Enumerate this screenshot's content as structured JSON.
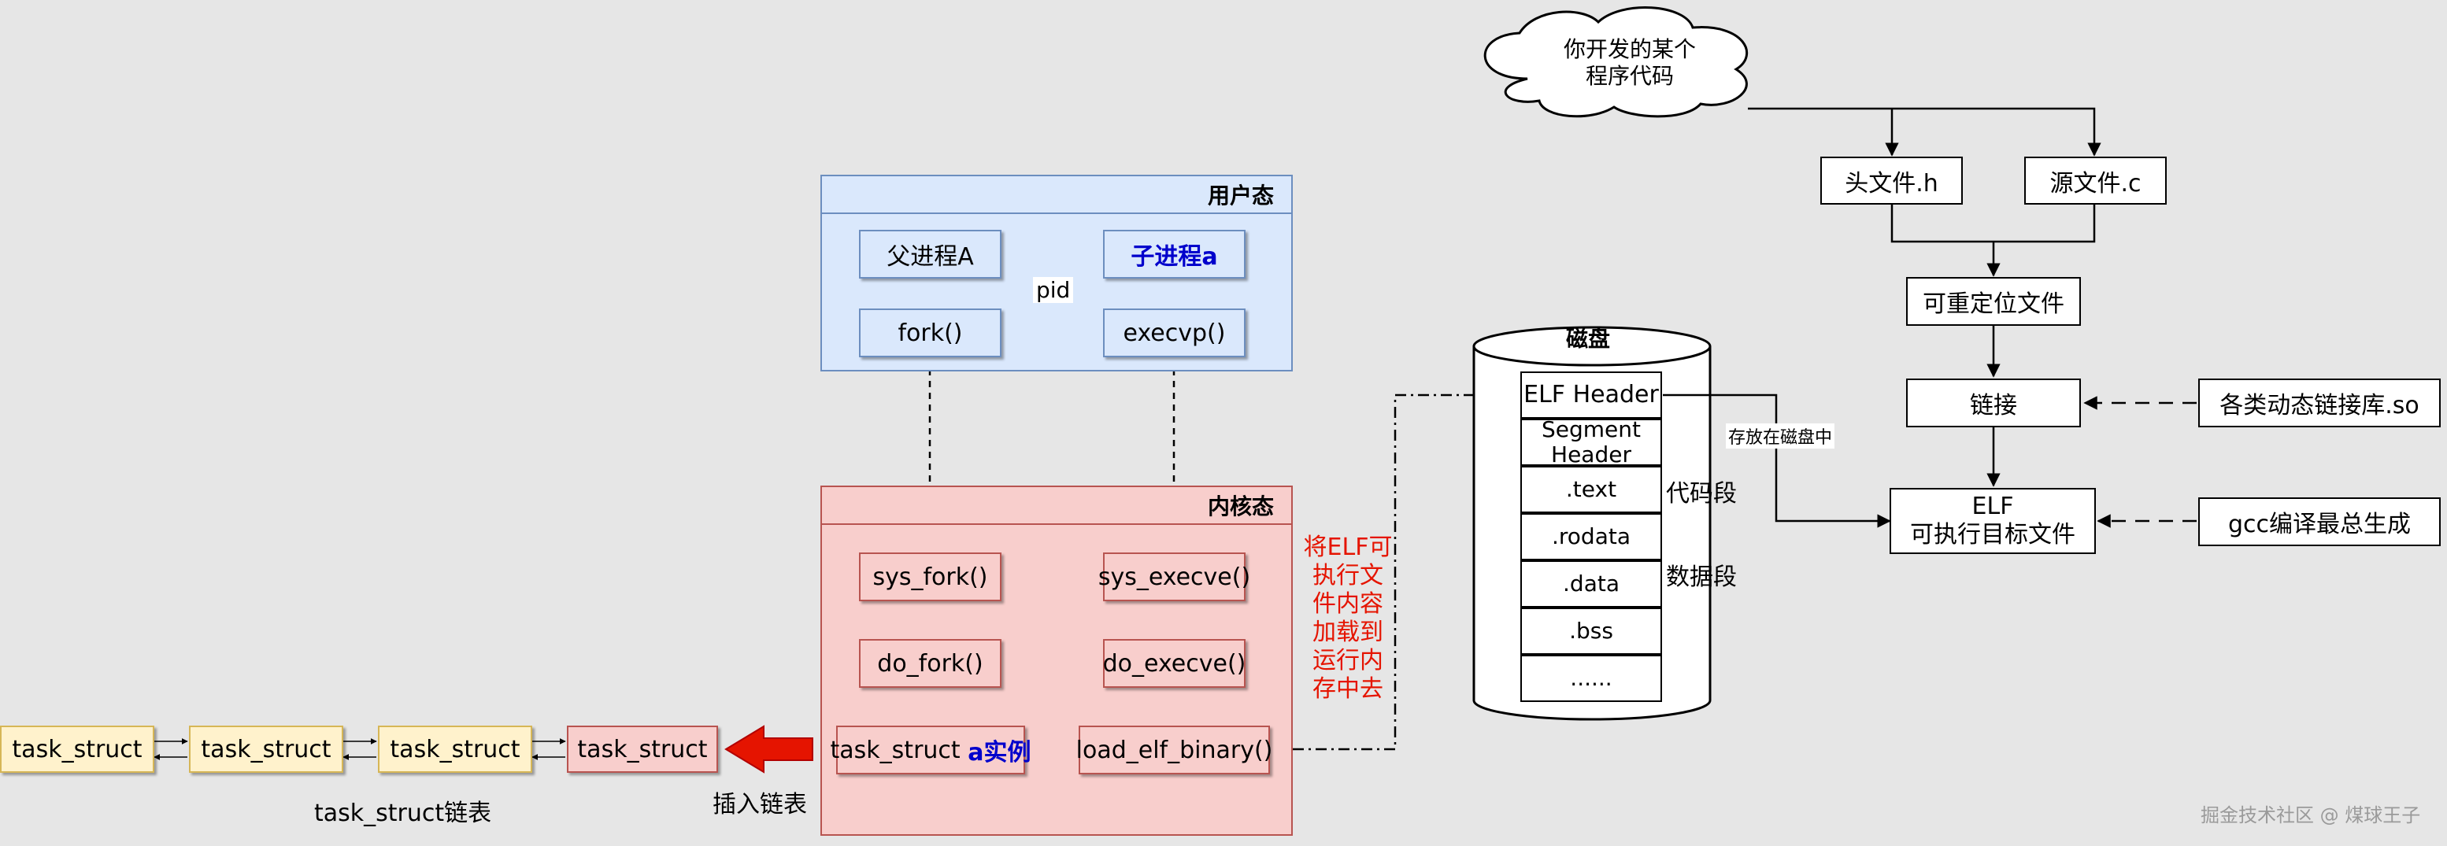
{
  "colors": {
    "background": "#e6e6e6",
    "user_fill": "#dae8fc",
    "user_stroke": "#6c8ebf",
    "kernel_fill": "#f8cecc",
    "kernel_stroke": "#b85450",
    "task_fill": "#fff2cc",
    "task_stroke": "#d6b656",
    "highlight_blue": "#0000cc",
    "annotation_red": "#e51400"
  },
  "user_space": {
    "title": "用户态",
    "parent_process": "父进程A",
    "child_process": "子进程a",
    "fork": "fork()",
    "execvp": "execvp()",
    "pid_label": "pid"
  },
  "kernel_space": {
    "title": "内核态",
    "sys_fork": "sys_fork()",
    "do_fork": "do_fork()",
    "task_struct_prefix": "task_struct ",
    "task_struct_instance": "a实例",
    "sys_execve": "sys_execve()",
    "do_execve": "do_execve()",
    "load_elf_binary": "load_elf_binary()"
  },
  "task_list": {
    "nodes": [
      "task_struct",
      "task_struct",
      "task_struct",
      "task_struct"
    ],
    "caption": "task_struct链表",
    "insert_label": "插入链表"
  },
  "load_annotation": [
    "将ELF可",
    "执行文",
    "件内容",
    "加载到",
    "运行内",
    "存中去"
  ],
  "disk": {
    "title": "磁盘",
    "cells": [
      "ELF Header",
      "Segment Header",
      ".text",
      ".rodata",
      ".data",
      ".bss",
      "......"
    ],
    "code_segment": "代码段",
    "data_segment": "数据段"
  },
  "build": {
    "source_cloud": [
      "你开发的某个",
      "程序代码"
    ],
    "header_file": "头文件.h",
    "source_file": "源文件.c",
    "relocatable": "可重定位文件",
    "link": "链接",
    "elf": [
      "ELF",
      "可执行目标文件"
    ],
    "dynamic_libs": "各类动态链接库.so",
    "gcc": "gcc编译最总生成",
    "stored_on_disk": "存放在磁盘中"
  },
  "watermark": "掘金技术社区 @ 煤球王子"
}
